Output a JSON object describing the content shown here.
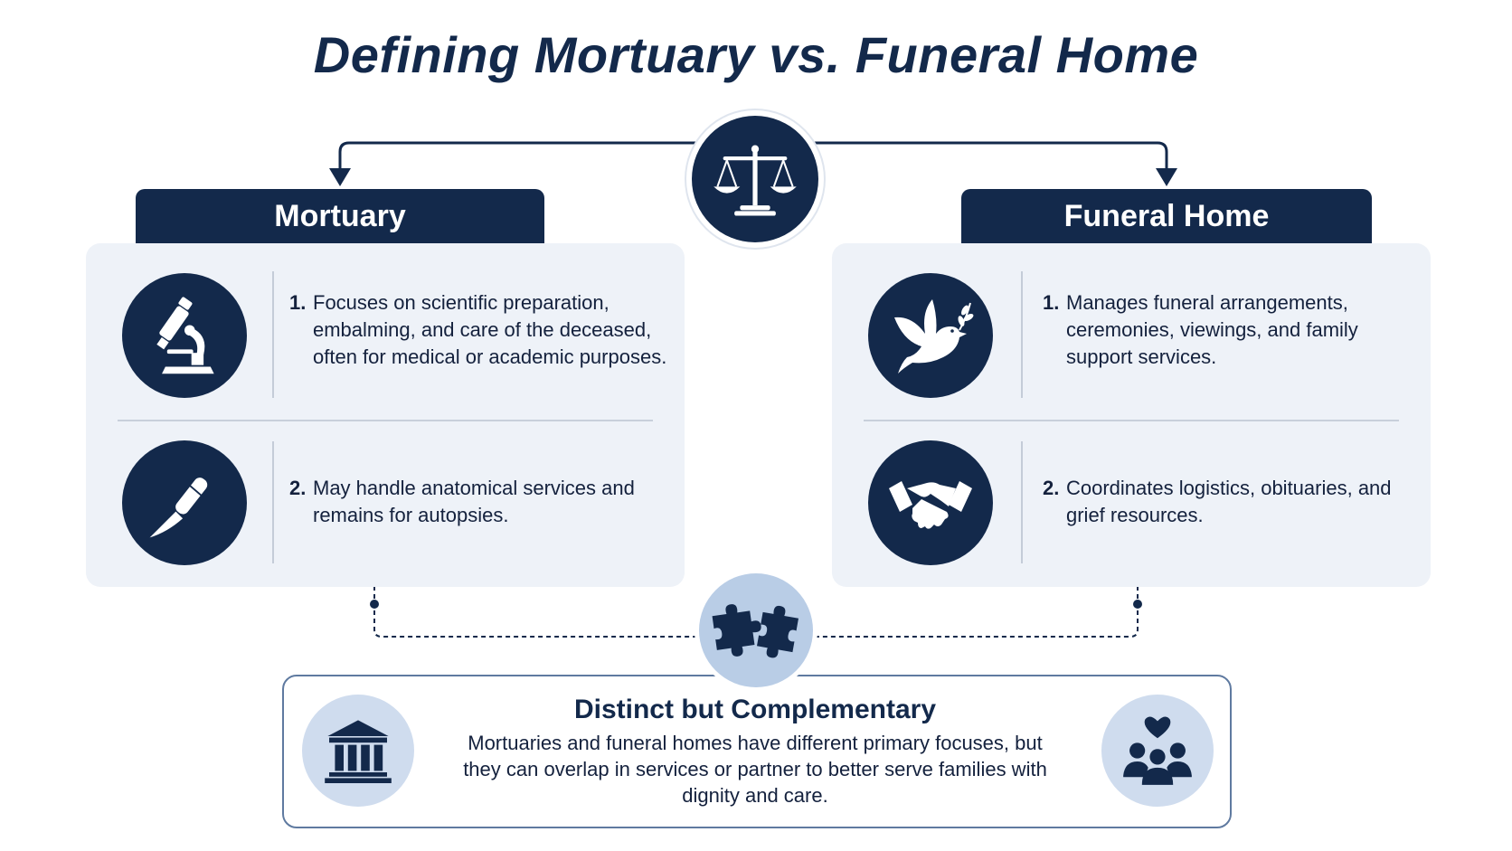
{
  "title": "Defining Mortuary vs. Funeral Home",
  "center_icon": "scales-of-justice-icon",
  "left": {
    "heading": "Mortuary",
    "items": [
      {
        "number": "1.",
        "text": "Focuses on scientific preparation, embalming, and care of the deceased, often for medical or academic purposes.",
        "icon": "microscope-icon"
      },
      {
        "number": "2.",
        "text": "May handle anatomical services and remains for autopsies.",
        "icon": "scalpel-icon"
      }
    ]
  },
  "right": {
    "heading": "Funeral Home",
    "items": [
      {
        "number": "1.",
        "text": "Manages funeral arrangements, ceremonies, viewings, and family support services.",
        "icon": "dove-icon"
      },
      {
        "number": "2.",
        "text": "Coordinates logistics, obituaries, and grief resources.",
        "icon": "handshake-icon"
      }
    ]
  },
  "summary": {
    "title": "Distinct but Complementary",
    "body": "Mortuaries and funeral homes have different primary focuses, but they can overlap in services or partner to better serve families with dignity and care.",
    "left_icon": "institution-building-icon",
    "right_icon": "family-heart-icon",
    "connector_icon": "puzzle-pieces-icon"
  },
  "colors": {
    "navy": "#13294b",
    "panel": "#eef2f8",
    "light_blue": "#b9cde6",
    "border": "#5f7aa0"
  }
}
